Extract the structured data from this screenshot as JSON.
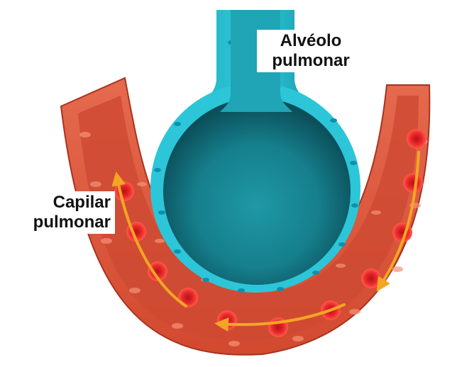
{
  "labels": {
    "alveolus": [
      "Alvéolo",
      "pulmonar"
    ],
    "capillary": [
      "Capilar",
      "pulmonar"
    ]
  },
  "colors": {
    "alveolus_fill": "#1aa8b4",
    "alveolus_dark": "#0b5f6a",
    "alveolus_wall": "#2cc6d8",
    "alveolus_cell": "#0f8fb0",
    "vessel_outer": "#e4664a",
    "vessel_inner": "#c9402a",
    "vessel_wall_cell": "#f08a6c",
    "rbc": "#e8262a",
    "rbc_center": "#b31418",
    "arrow": "#f4a623",
    "label_text": "#111111",
    "label_bg": "#ffffff"
  },
  "icons": {
    "arrow": "flow-arrow-icon",
    "cell": "red-blood-cell-icon"
  }
}
